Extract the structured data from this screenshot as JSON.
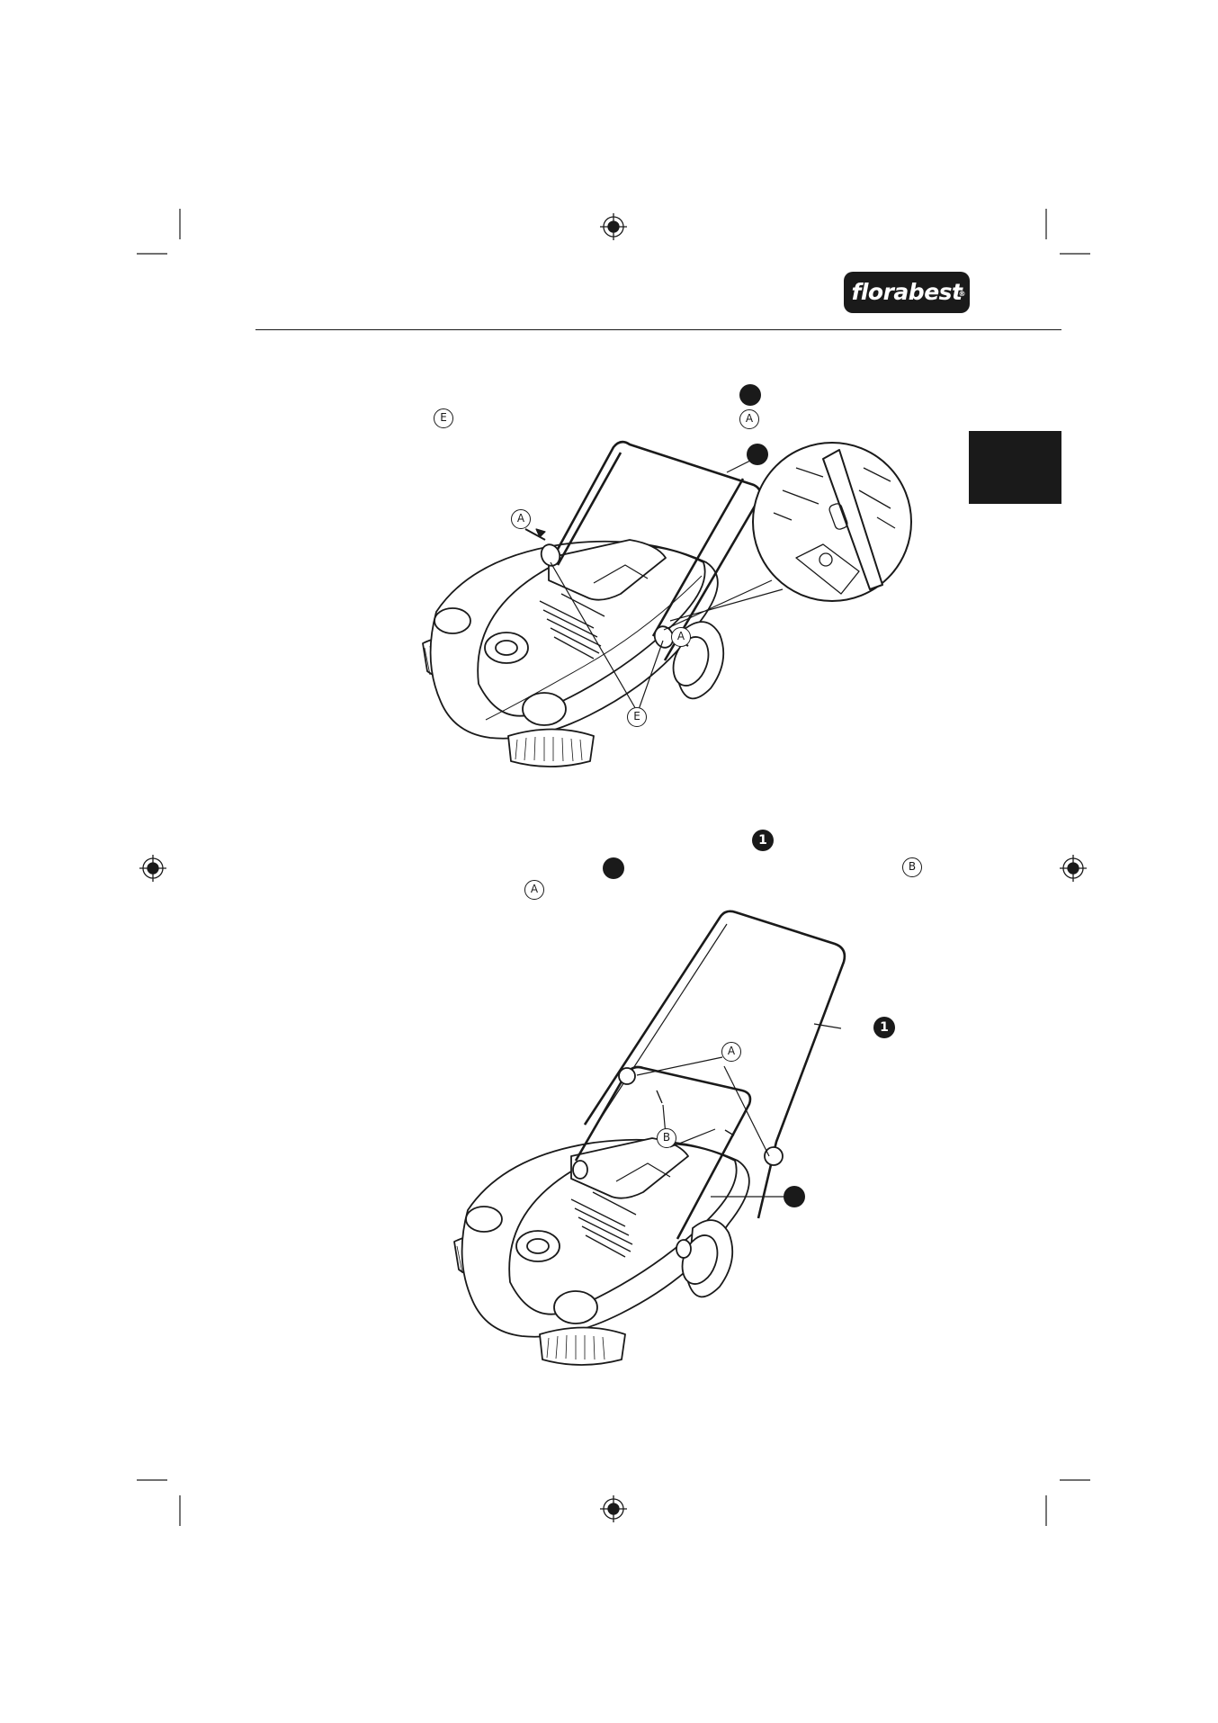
{
  "brand": {
    "name": "florabest",
    "registered": "®"
  },
  "step1": {
    "callout_E": "E",
    "callout_A": "A",
    "fig_labels": {
      "A_left": "A",
      "A_right": "A",
      "E": "E"
    }
  },
  "step2": {
    "num_1": "1",
    "callout_B": "B",
    "callout_A": "A",
    "fig_labels": {
      "A": "A",
      "B": "B",
      "num_1": "1"
    }
  }
}
